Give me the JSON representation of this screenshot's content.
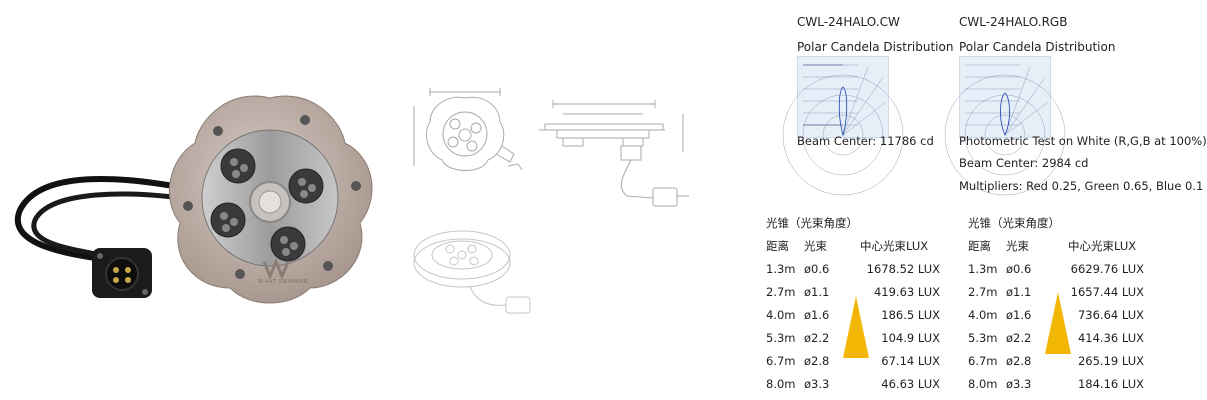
{
  "product": {
    "logo_text": "W·AKT SWIMWAN"
  },
  "panels": [
    {
      "model": "CWL-24HALO.CW",
      "polar_title": "Polar Candela Distribution",
      "beam_center": "Beam Center: 11786 cd",
      "cone_title": "光锥（光束角度）",
      "headers": {
        "distance": "距离",
        "beam": "光束",
        "lux": "中心光束LUX"
      },
      "rows": [
        {
          "d": "1.3m",
          "b": "ø0.6",
          "l": "1678.52 LUX"
        },
        {
          "d": "2.7m",
          "b": "ø1.1",
          "l": "419.63 LUX"
        },
        {
          "d": "4.0m",
          "b": "ø1.6",
          "l": "186.5 LUX"
        },
        {
          "d": "5.3m",
          "b": "ø2.2",
          "l": "104.9 LUX"
        },
        {
          "d": "6.7m",
          "b": "ø2.8",
          "l": "67.14 LUX"
        },
        {
          "d": "8.0m",
          "b": "ø3.3",
          "l": "46.63 LUX"
        }
      ]
    },
    {
      "model": "CWL-24HALO.RGB",
      "polar_title": "Polar Candela Distribution",
      "photometric": "Photometric Test on White (R,G,B at 100%)",
      "beam_center": "Beam Center: 2984 cd",
      "multipliers": "Multipliers: Red 0.25, Green 0.65, Blue 0.1",
      "cone_title": "光锥（光束角度）",
      "headers": {
        "distance": "距离",
        "beam": "光束",
        "lux": "中心光束LUX"
      },
      "rows": [
        {
          "d": "1.3m",
          "b": "ø0.6",
          "l": "6629.76 LUX"
        },
        {
          "d": "2.7m",
          "b": "ø1.1",
          "l": "1657.44 LUX"
        },
        {
          "d": "4.0m",
          "b": "ø1.6",
          "l": "736.64 LUX"
        },
        {
          "d": "5.3m",
          "b": "ø2.2",
          "l": "414.36 LUX"
        },
        {
          "d": "6.7m",
          "b": "ø2.8",
          "l": "265.19 LUX"
        },
        {
          "d": "8.0m",
          "b": "ø3.3",
          "l": "184.16 LUX"
        }
      ]
    }
  ],
  "colors": {
    "cone": "#f2b705",
    "polar_bg": "#e6eef8",
    "steel": "#b9aba2"
  }
}
